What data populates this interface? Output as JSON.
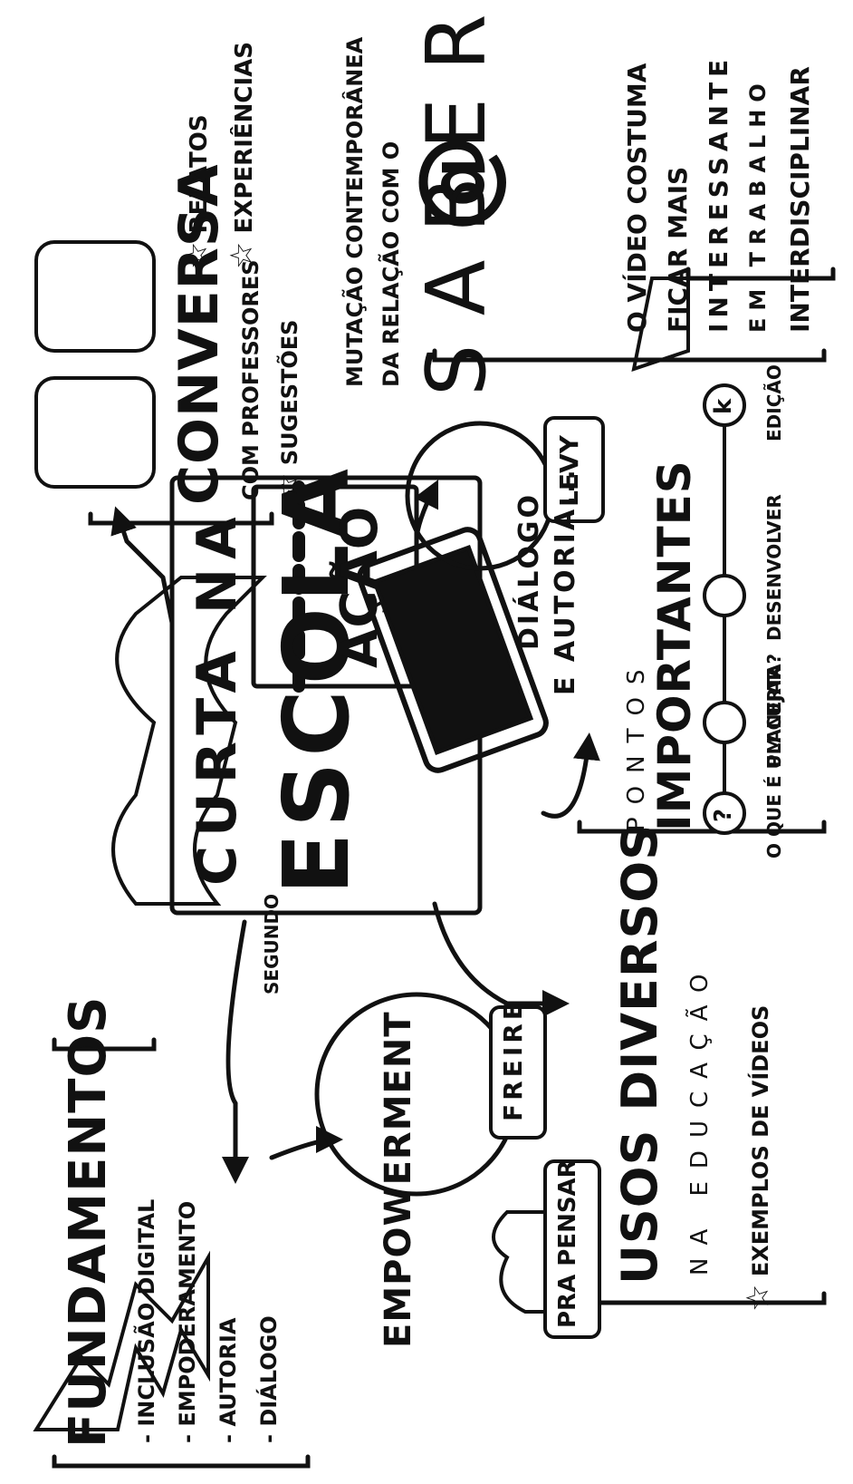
{
  "title": {
    "line1": "CURTA NA",
    "line2": "ESCOLA",
    "clap": "AÇÃO"
  },
  "fundamentos": {
    "heading": "FUNDAMENTOS",
    "items": [
      "INCLUSÃO DIGITAL",
      "EMPODERAMENTO",
      "AUTORIA",
      "DIÁLOGO"
    ]
  },
  "empowerment": {
    "word": "EMPOWERMENT",
    "connector": "SEGUNDO",
    "person": "FREIRE"
  },
  "usos": {
    "aside": "PRA PENSAR",
    "heading": "USOS DIVERSOS",
    "sub": "NA EDUCAÇÃO",
    "star_item": "EXEMPLOS DE VÍDEOS"
  },
  "conversa": {
    "heading": "CONVERSA",
    "sub": "COM PROFESSORES",
    "star_items": [
      "SUGESTÕES",
      "RELATOS",
      "EXPERIÊNCIAS"
    ]
  },
  "saber": {
    "line1": "MUTAÇÃO CONTEMPORÂNEA",
    "line2": "DA RELAÇÃO COM O",
    "big": "SABER",
    "person": "LEVY",
    "at_symbol": "@"
  },
  "dialogo": {
    "line1": "DIÁLOGO",
    "line2": "E AUTORIA..."
  },
  "video_note": {
    "line1": "O VÍDEO COSTUMA",
    "line2": "FICAR MAIS",
    "line3": "INTERESSANTE",
    "line4": "EM TRABALHO",
    "line5": "INTERDISCIPLINAR"
  },
  "pontos": {
    "small": "PONTOS",
    "heading": "IMPORTANTES",
    "steps": [
      {
        "icon": "?",
        "label": "O QUE É UM CURTA?"
      },
      {
        "icon": "lightbulb",
        "label": "PLANEJAR"
      },
      {
        "icon": "hand",
        "label": "DESENVOLVER"
      },
      {
        "icon": "k",
        "label": "EDIÇÃO"
      }
    ]
  },
  "colors": {
    "ink": "#111111",
    "paper": "#ffffff",
    "gray": "#d9d9d9"
  }
}
